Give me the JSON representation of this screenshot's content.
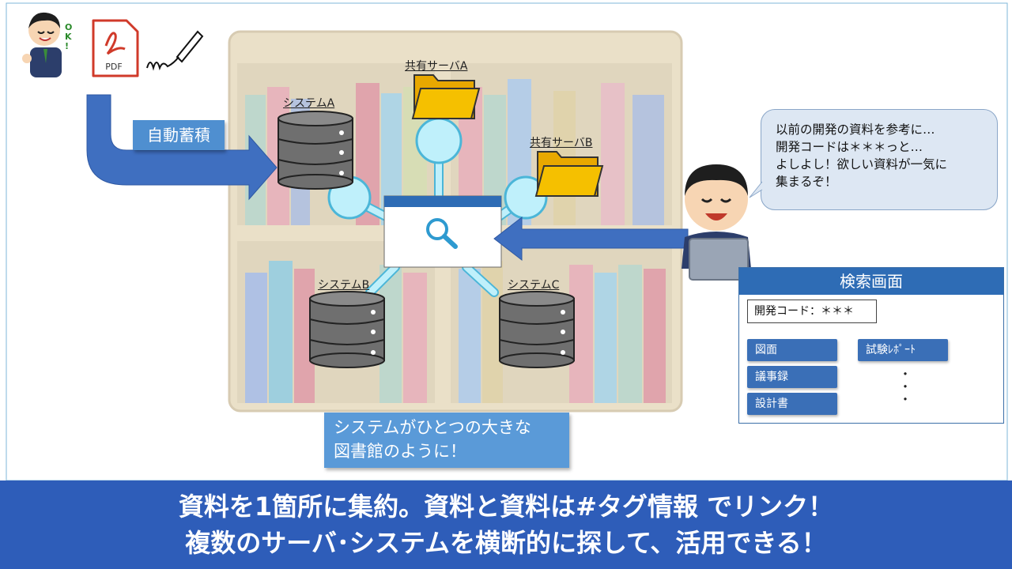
{
  "labels": {
    "shared_server_a": "共有サーバA",
    "shared_server_b": "共有サーバB",
    "system_a": "システムA",
    "system_b": "システムB",
    "system_c": "システムC",
    "pdf": "PDF",
    "ok": "OK!"
  },
  "auto_accumulate": "自動蓄積",
  "speech": {
    "lines": [
      "以前の開発の資料を参考に…",
      "開発コードは＊＊＊っと…",
      "よしよし！欲しい資料が一気に",
      "集まるぞ！"
    ]
  },
  "library_caption": {
    "lines": [
      "システムがひとつの大きな",
      "図書館のように！"
    ]
  },
  "search_panel": {
    "title": "検索画面",
    "query": "開発コード：＊＊＊",
    "tags_left": [
      "図面",
      "議事録",
      "設計書"
    ],
    "tags_right": [
      "試験ﾚﾎﾟｰﾄ"
    ],
    "ellipsis": [
      "・",
      "・",
      "・"
    ]
  },
  "banner": {
    "line1": "資料を1箇所に集約。資料と資料は#タグ情報 でリンク！",
    "line2": "複数のサーバ･システムを横断的に探して、活用できる！"
  },
  "colors": {
    "arrow": "#3f6fc0",
    "node": "#bff0fb",
    "node_stroke": "#4bb6d8",
    "folder": "#f5b800",
    "db": "#6f6f6f",
    "banner": "#2e5db9"
  }
}
